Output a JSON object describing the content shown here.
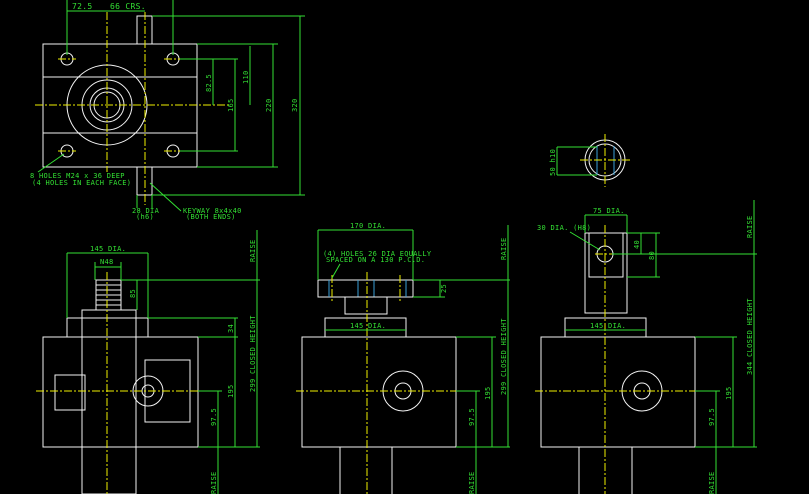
{
  "colors": {
    "background": "#000000",
    "dimension": "#33e033",
    "outline": "#f2f2f2",
    "centerline": "#f0f000"
  },
  "top_view": {
    "dim_72_5": "72.5",
    "dim_66crs": "66 CRS.",
    "dim_82_5": "82.5",
    "dim_110": "110",
    "dim_165": "165",
    "dim_220": "220",
    "dim_320": "320",
    "holes_note_1": "8 HOLES M24 x 36 DEEP",
    "holes_note_2": "(4 HOLES IN EACH FACE)",
    "shaft_dia_1": "28 DIA",
    "shaft_dia_2": "(h6)",
    "keyway_1": "KEYWAY 8x4x40",
    "keyway_2": "(BOTH ENDS)"
  },
  "section_view": {
    "dia_145": "145 DIA.",
    "thread": "N48",
    "dim_85": "85",
    "raise_top": "RAISE",
    "dim_34": "34",
    "closed_height": "299 CLOSED HEIGHT",
    "dim_195": "195",
    "dim_97_5": "97.5",
    "raise_bottom": "RAISE"
  },
  "flange_view": {
    "dia_170": "170 DIA.",
    "holes_note_1": "(4) HOLES 26 DIA EQUALLY",
    "holes_note_2": "SPACED ON A 130 P.C.D.",
    "dim_25": "25",
    "dia_145": "145 DIA.",
    "raise_top": "RAISE",
    "closed_height": "299 CLOSED HEIGHT",
    "dim_195": "195",
    "dim_97_5": "97.5",
    "raise_bottom": "RAISE"
  },
  "clevis_view": {
    "dim_50": "50 h10",
    "dia_75": "75 DIA.",
    "pin_dia": "30 DIA. (H8)",
    "dim_40": "40",
    "dim_80": "80",
    "dia_145": "145 DIA.",
    "raise_top": "RAISE",
    "closed_height": "344 CLOSED HEIGHT",
    "dim_195": "195",
    "dim_97_5": "97.5",
    "raise_bottom": "RAISE"
  }
}
